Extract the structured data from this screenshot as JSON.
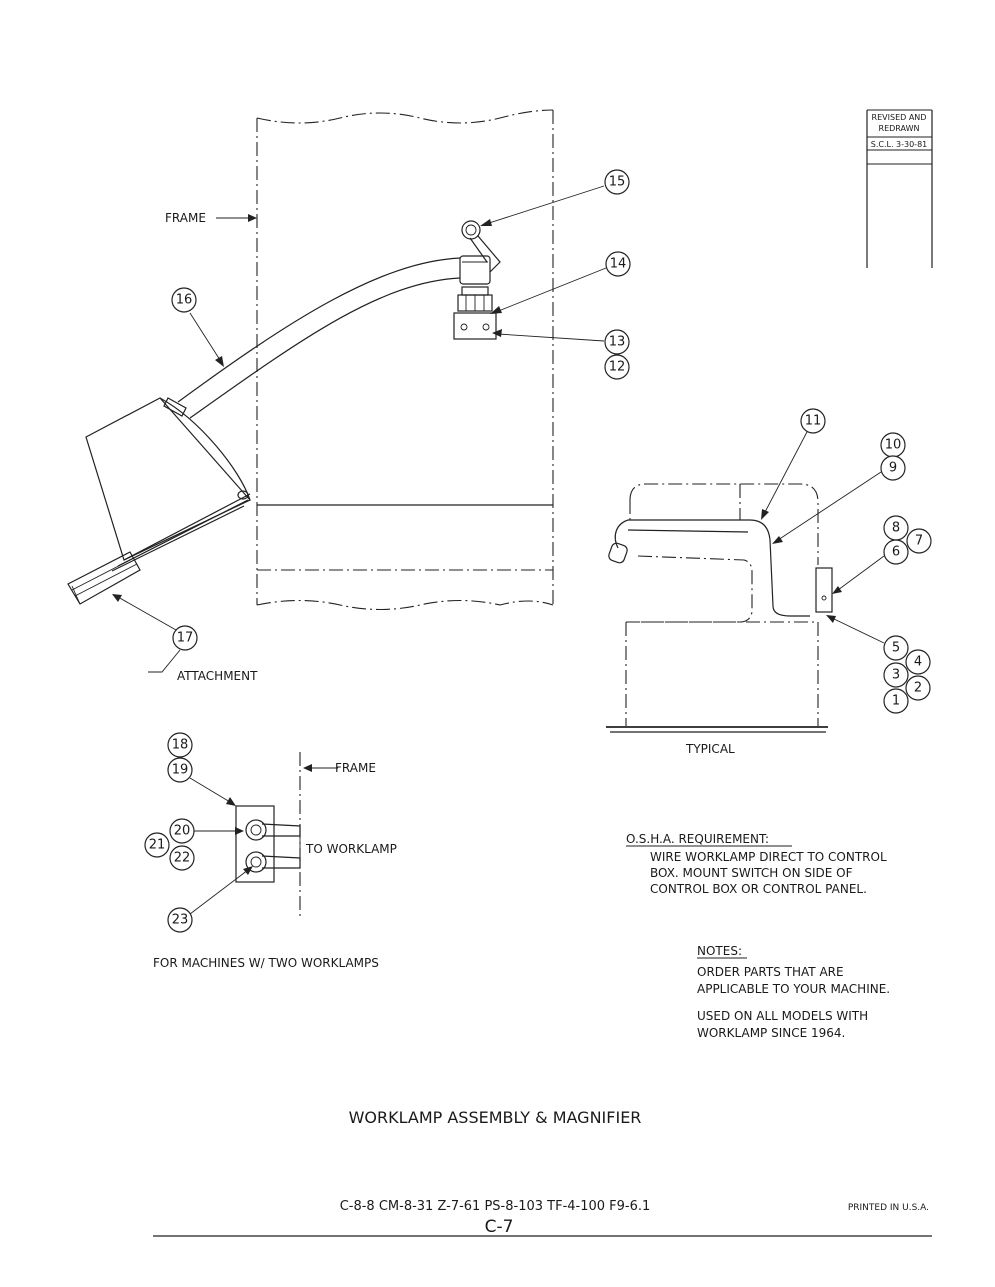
{
  "revision_block": {
    "line1": "REVISED AND",
    "line2": "REDRAWN",
    "line3": "S.C.L. 3-30-81"
  },
  "labels": {
    "frame_top": "FRAME",
    "frame_lower": "FRAME",
    "attachment": "ATTACHMENT",
    "typical": "TYPICAL",
    "to_worklamp": "TO WORKLAMP",
    "two_worklamps": "FOR MACHINES W/ TWO WORKLAMPS"
  },
  "balloons": {
    "b1": "1",
    "b2": "2",
    "b3": "3",
    "b4": "4",
    "b5": "5",
    "b6": "6",
    "b7": "7",
    "b8": "8",
    "b9": "9",
    "b10": "10",
    "b11": "11",
    "b12": "12",
    "b13": "13",
    "b14": "14",
    "b15": "15",
    "b16": "16",
    "b17": "17",
    "b18": "18",
    "b19": "19",
    "b20": "20",
    "b21": "21",
    "b22": "22",
    "b23": "23"
  },
  "osha": {
    "heading": "O.S.H.A. REQUIREMENT:",
    "line1": "WIRE WORKLAMP DIRECT TO CONTROL",
    "line2": "BOX.   MOUNT SWITCH ON SIDE OF",
    "line3": "CONTROL BOX OR CONTROL PANEL."
  },
  "notes": {
    "heading": "NOTES:",
    "line1": "ORDER PARTS THAT ARE",
    "line2": "APPLICABLE TO YOUR MACHINE.",
    "line3": "USED ON ALL MODELS WITH",
    "line4": "WORKLAMP SINCE 1964."
  },
  "footer": {
    "title": "WORKLAMP ASSEMBLY & MAGNIFIER",
    "models": "C-8-8  CM-8-31  Z-7-61  PS-8-103  TF-4-100  F9-6.1",
    "page_number": "C-7",
    "printed": "PRINTED IN U.S.A."
  }
}
